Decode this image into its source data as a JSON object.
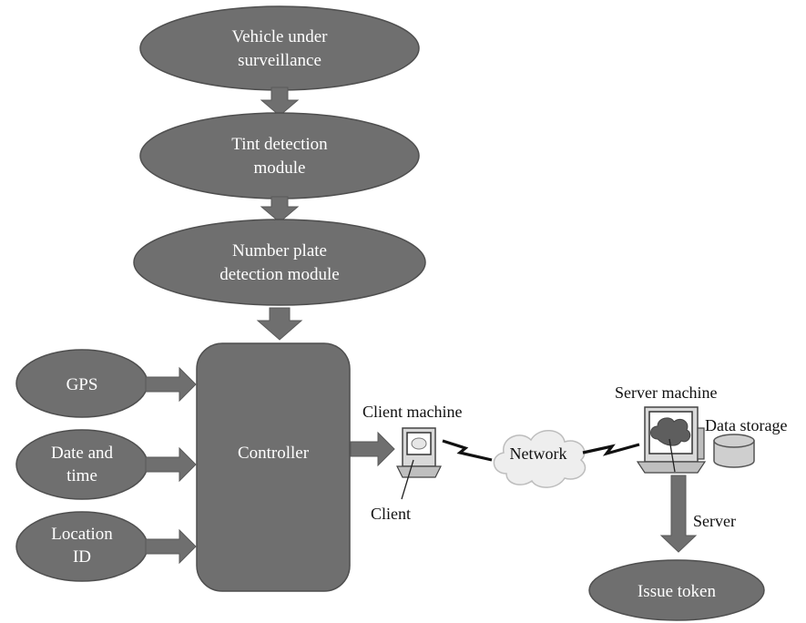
{
  "nodes": {
    "vehicle": {
      "line1": "Vehicle under",
      "line2": "surveillance"
    },
    "tint": {
      "line1": "Tint detection",
      "line2": "module"
    },
    "plate": {
      "line1": "Number plate",
      "line2": "detection module"
    },
    "gps": {
      "line1": "GPS"
    },
    "datetime": {
      "line1": "Date and",
      "line2": "time"
    },
    "location": {
      "line1": "Location",
      "line2": "ID"
    },
    "controller": {
      "label": "Controller"
    },
    "token": {
      "label": "Issue token"
    }
  },
  "labels": {
    "client_machine": "Client machine",
    "client": "Client",
    "network": "Network",
    "server_machine": "Server machine",
    "data_storage": "Data storage",
    "server": "Server"
  },
  "colors": {
    "node_fill": "#6f6f6f",
    "node_text": "#ffffff",
    "label_text": "#111111"
  },
  "icons": [
    "client-computer-icon",
    "server-computer-icon",
    "data-storage-icon",
    "network-cloud-icon"
  ]
}
